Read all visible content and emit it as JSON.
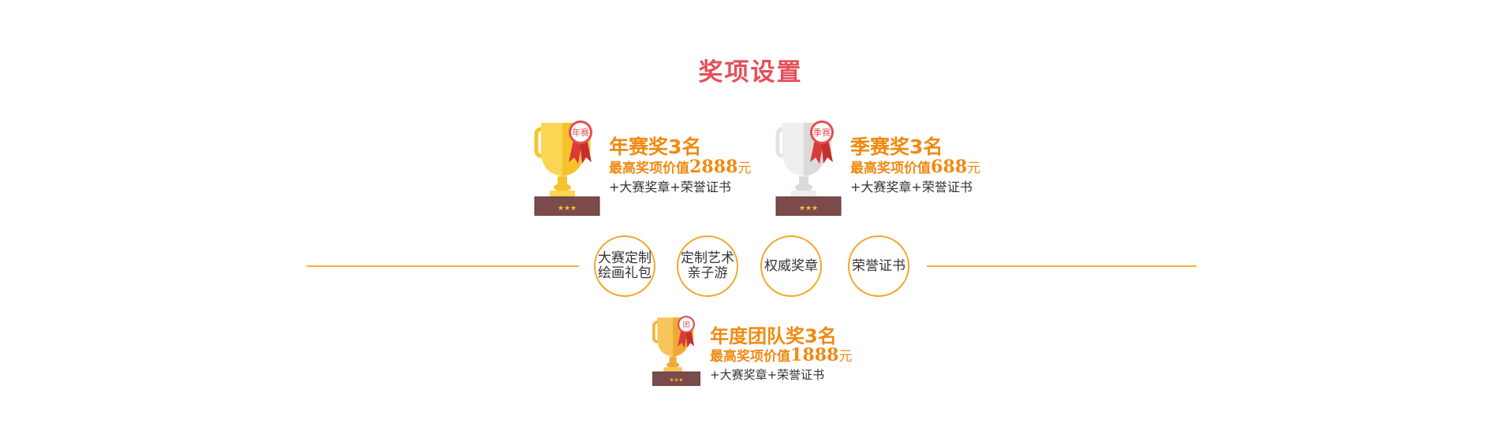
{
  "title": "奖项设置",
  "awards": [
    {
      "badge": "年赛",
      "name": "年赛奖3名",
      "value_prefix": "最高奖项价值",
      "value_amount": "2888",
      "value_unit": "元",
      "extra": "+大赛奖章+荣誉证书",
      "trophy_color": "gold"
    },
    {
      "badge": "季赛",
      "name": "季赛奖3名",
      "value_prefix": "最高奖项价值",
      "value_amount": "688",
      "value_unit": "元",
      "extra": "+大赛奖章+荣誉证书",
      "trophy_color": "silver"
    },
    {
      "badge": "团",
      "name": "年度团队奖3名",
      "value_prefix": "最高奖项价值",
      "value_amount": "1888",
      "value_unit": "元",
      "extra": "+大赛奖章+荣誉证书",
      "trophy_color": "bronze"
    }
  ],
  "base_stars": "★★★",
  "prizes": [
    {
      "line1": "大赛定制",
      "line2": "绘画礼包"
    },
    {
      "line1": "定制艺术",
      "line2": "亲子游"
    },
    {
      "line1": "权威奖章",
      "line2": ""
    },
    {
      "line1": "荣誉证书",
      "line2": ""
    }
  ],
  "colors": {
    "title": "#e4505a",
    "accent": "#f08a12",
    "line": "#f3b23b",
    "base": "#7b4a4a"
  }
}
